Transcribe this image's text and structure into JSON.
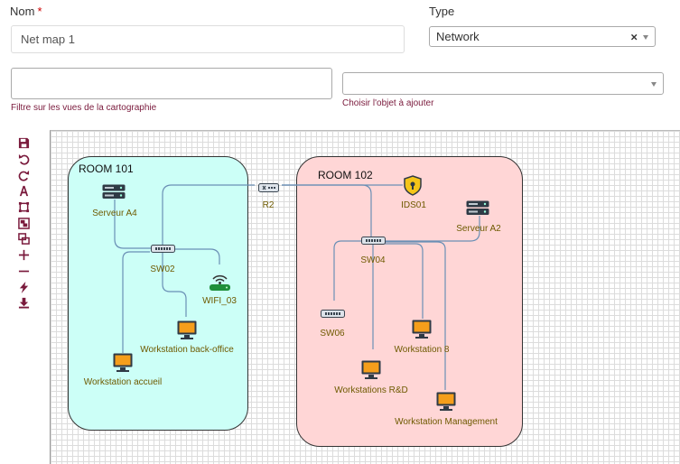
{
  "form": {
    "name_label": "Nom",
    "required_mark": "*",
    "name_value": "Net map 1",
    "type_label": "Type",
    "type_value": "Network",
    "type_clear": "×",
    "filter_help": "Filtre sur les vues de la cartographie",
    "add_help": "Choisir l'objet à ajouter"
  },
  "toolbar": [
    "save-icon",
    "undo-icon",
    "redo-icon",
    "text-icon",
    "select-icon",
    "group-icon",
    "ungroup-icon",
    "plus-icon",
    "minus-icon",
    "bolt-icon",
    "download-icon"
  ],
  "rooms": [
    {
      "title": "ROOM 101",
      "color": "#ccfff7"
    },
    {
      "title": "ROOM 102",
      "color": "#ffd6d6"
    }
  ],
  "nodes": {
    "serveur_a4": "Serveur A4",
    "sw02": "SW02",
    "wifi_03": "WIFI_03",
    "ws_backoffice": "Workstation back-office",
    "ws_accueil": "Workstation accueil",
    "r2": "R2",
    "ids01": "IDS01",
    "serveur_a2": "Serveur A2",
    "sw04": "SW04",
    "sw06": "SW06",
    "ws_8": "Workstation 8",
    "ws_rd": "Workstations R&D",
    "ws_mgmt": "Workstation Management"
  },
  "colors": {
    "accent": "#7a1a3c",
    "link": "#6a8fb5",
    "room101": "#ccfff7",
    "room102": "#ffd6d6"
  }
}
